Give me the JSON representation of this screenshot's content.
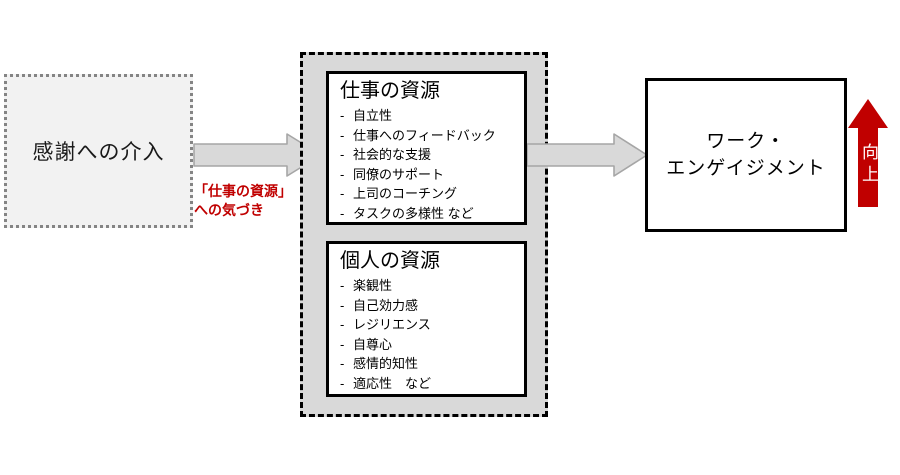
{
  "diagram": {
    "bullet": "-",
    "intervention": {
      "label": "感謝への介入"
    },
    "awareness_note": {
      "line1": "「仕事の資源」",
      "line2": "への気づき"
    },
    "job_resources": {
      "title": "仕事の資源",
      "items": [
        "自立性",
        "仕事へのフィードバック",
        "社会的な支援",
        "同僚のサポート",
        "上司のコーチング",
        "タスクの多様性 など"
      ]
    },
    "personal_resources": {
      "title": "個人の資源",
      "items": [
        "楽観性",
        "自己効力感",
        "レジリエンス",
        "自尊心",
        "感情的知性",
        "適応性　など"
      ]
    },
    "outcome": {
      "line1": "ワーク・",
      "line2": "エンゲイジメント"
    },
    "up_arrow_label": "向上",
    "colors": {
      "red": "#C00000",
      "gray_fill": "#D9D9D9",
      "arrow_stroke": "#A6A6A6",
      "light_gray_fill": "#F2F2F2"
    }
  }
}
